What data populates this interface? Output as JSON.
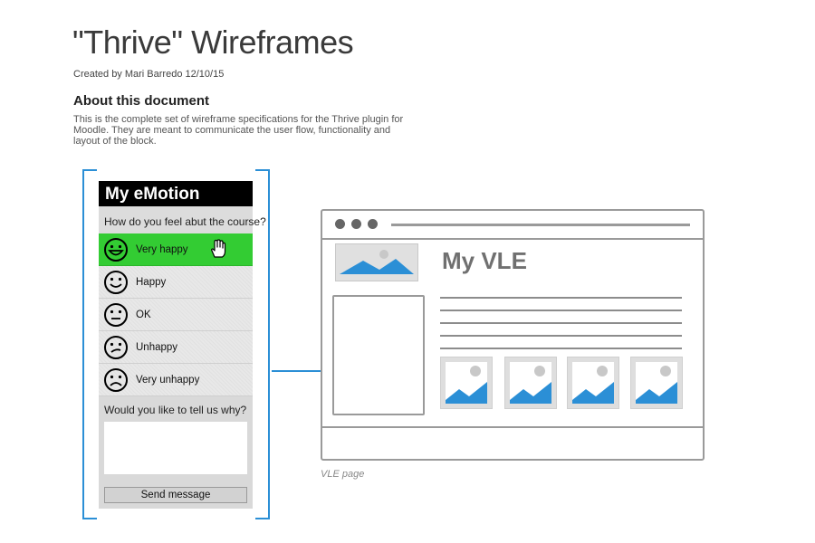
{
  "header": {
    "title": "\"Thrive\" Wireframes",
    "byline": "Created by Mari Barredo 12/10/15"
  },
  "about": {
    "heading": "About this document",
    "body": "This is the complete set of wireframe specifications for the Thrive plugin for Moodle. They are meant to communicate the user flow, functionality and layout of the block."
  },
  "widget": {
    "title": "My eMotion",
    "question": "How do you feel abut the course?",
    "options": [
      {
        "label": "Very happy",
        "mood": "very-happy",
        "selected": true
      },
      {
        "label": "Happy",
        "mood": "happy",
        "selected": false
      },
      {
        "label": "OK",
        "mood": "ok",
        "selected": false
      },
      {
        "label": "Unhappy",
        "mood": "unhappy",
        "selected": false
      },
      {
        "label": "Very unhappy",
        "mood": "very-unhappy",
        "selected": false
      }
    ],
    "why_prompt": "Would you like to tell us why?",
    "textarea_value": "",
    "send_label": "Send message",
    "selected_color": "#33cc33",
    "cursor_icon": "hand-pointer-icon"
  },
  "vle": {
    "page_title": "My VLE",
    "caption": "VLE page",
    "image_thumbnails": 4,
    "accent_color": "#2b8fd6",
    "image_icon": "image-placeholder-icon"
  }
}
